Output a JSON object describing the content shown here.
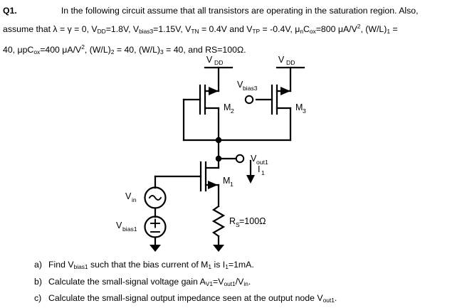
{
  "problem": {
    "number": "Q1.",
    "intro": "In the following circuit assume that all transistors are operating in the saturation region. Also,",
    "line2_a": "assume that λ = γ = 0, V",
    "line2_sub1": "DD",
    "line2_b": "=1.8V, V",
    "line2_sub2": "bias3",
    "line2_c": "=1.15V, V",
    "line2_sub3": "TN",
    "line2_d": " = 0.4V and V",
    "line2_sub4": "TP",
    "line2_e": " = -0.4V, μ",
    "line2_sub5": "n",
    "line2_f": "C",
    "line2_sub6": "ox",
    "line2_g": "=800 μA/V",
    "line2_sup1": "2",
    "line2_h": ", (W/L)",
    "line2_sub7": "1",
    "line2_i": " =",
    "line3_a": "40, μpC",
    "line3_sub1": "ox",
    "line3_b": "=400 μA/V",
    "line3_sup1": "2",
    "line3_c": ", (W/L)",
    "line3_sub2": "2",
    "line3_d": " = 40, (W/L)",
    "line3_sub3": "3",
    "line3_e": " = 40, and RS=100Ω."
  },
  "circuit": {
    "vdd_left": "V",
    "vdd_left_sub": "DD",
    "vdd_right": "V",
    "vdd_right_sub": "DD",
    "m2_label": "M",
    "m2_sub": "2",
    "m3_label": "M",
    "m3_sub": "3",
    "m1_label": "M",
    "m1_sub": "1",
    "vbias3_label": "V",
    "vbias3_sub": "bias3",
    "vout1_label": "V",
    "vout1_sub": "out1",
    "current_label": "I",
    "current_sub": "1",
    "vin_label": "V",
    "vin_sub": "in",
    "vbias1_label": "V",
    "vbias1_sub": "bias1",
    "rs_label": "R",
    "rs_sub": "S",
    "rs_value": "=100Ω",
    "source_plus": "+",
    "source_minus": "–",
    "line_color": "#000000",
    "background": "#ffffff"
  },
  "questions": [
    {
      "letter": "a)",
      "part1": "Find V",
      "sub1": "bias1",
      "part2": " such that the bias current of M",
      "sub2": "1",
      "part3": " is I",
      "sub3": "1",
      "part4": "=1mA."
    },
    {
      "letter": "b)",
      "part1": "Calculate the small-signal voltage gain A",
      "sub1": "V1",
      "part2": "=V",
      "sub2": "out1",
      "part3": "/V",
      "sub3": "in",
      "part4": "."
    },
    {
      "letter": "c)",
      "part1": "Calculate the small-signal output impedance seen at the output node V",
      "sub1": "out1",
      "part2": ".",
      "sub2": "",
      "part3": "",
      "sub3": "",
      "part4": ""
    }
  ]
}
